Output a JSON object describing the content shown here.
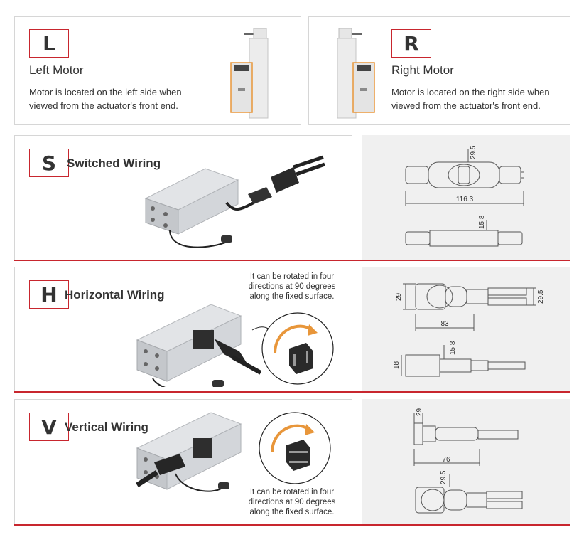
{
  "left_motor": {
    "letter": "L",
    "title": "Left Motor",
    "desc_line1": "Motor is located on the left side when",
    "desc_line2": "viewed from the actuator's front end."
  },
  "right_motor": {
    "letter": "R",
    "title": "Right Motor",
    "desc_line1": "Motor is located on the right side when",
    "desc_line2": "viewed from the actuator's front end."
  },
  "switched": {
    "letter": "S",
    "title": "Switched Wiring",
    "dim_height": "29.5",
    "dim_length": "116.3",
    "dim_side": "15.8"
  },
  "horizontal": {
    "letter": "H",
    "title": "Horizontal Wiring",
    "note_line1": "It can be rotated in four",
    "note_line2": "directions at 90 degrees",
    "note_line3": "along the fixed surface.",
    "dim_left": "29",
    "dim_right": "29.5",
    "dim_length": "83",
    "dim_side_a": "15.8",
    "dim_side_b": "18"
  },
  "vertical": {
    "letter": "V",
    "title": "Vertical Wiring",
    "note_line1": "It can be rotated in four",
    "note_line2": "directions at 90 degrees",
    "note_line3": "along the fixed surface.",
    "dim_top": "29",
    "dim_length": "76",
    "dim_bottom": "29.5"
  },
  "colors": {
    "accent_red": "#c8262e",
    "highlight_orange": "#e8963a",
    "metal_gray": "#c9ccd0"
  }
}
